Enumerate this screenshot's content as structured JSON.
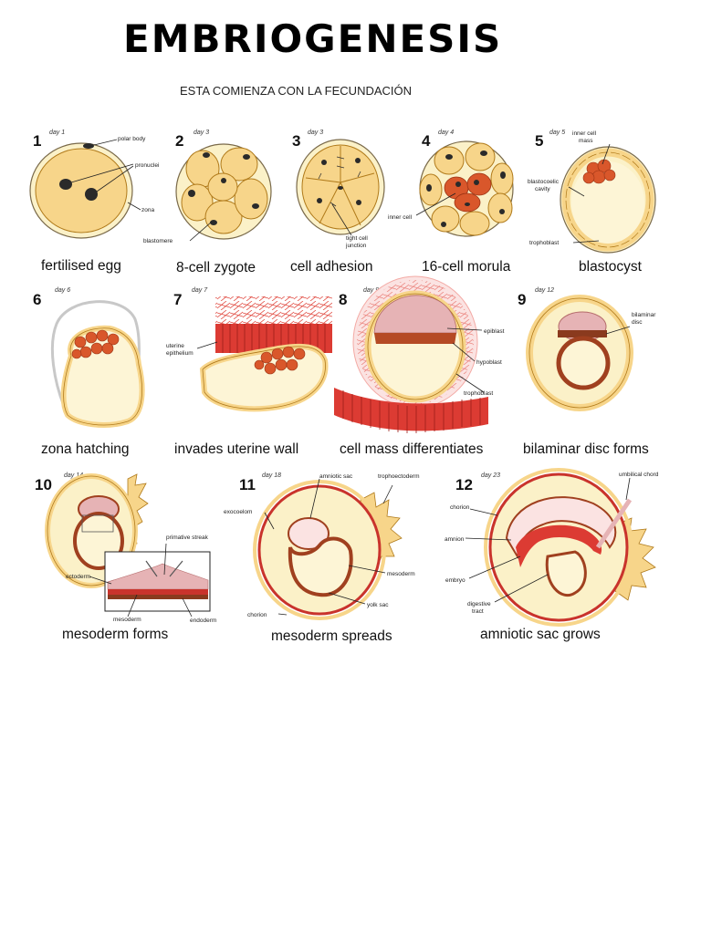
{
  "title": "EMBRIOGENESIS",
  "subtitle": "ESTA COMIENZA CON LA FECUNDACIÓN",
  "colors": {
    "cell_fill": "#f7d58a",
    "cell_stroke": "#b07a1a",
    "inner_cell": "#d9572b",
    "zona": "#fbf1c8",
    "trophoblast_red": "#c9332c",
    "uterine_red": "#dc3b33",
    "epiblast": "#e6b3b5",
    "nucleus": "#2a2a2a"
  },
  "stages": [
    {
      "number": "1",
      "day": "day 1",
      "caption": "fertilised egg",
      "labels": [
        "polar body",
        "pronuclei",
        "zona"
      ]
    },
    {
      "number": "2",
      "day": "day 3",
      "caption": "8-cell zygote",
      "labels": [
        "blastomere"
      ]
    },
    {
      "number": "3",
      "day": "day 3",
      "caption": "cell adhesion",
      "labels": [
        "tight cell",
        "junction"
      ]
    },
    {
      "number": "4",
      "day": "day 4",
      "caption": "16-cell morula",
      "labels": [
        "inner cell"
      ]
    },
    {
      "number": "5",
      "day": "day 5",
      "caption": "blastocyst",
      "labels": [
        "inner cell",
        "mass",
        "blastocoelic",
        "cavity",
        "trophoblast"
      ]
    },
    {
      "number": "6",
      "day": "day 6",
      "caption": "zona hatching",
      "labels": []
    },
    {
      "number": "7",
      "day": "day 7",
      "caption": "invades uterine wall",
      "labels": [
        "uterine",
        "epithelium"
      ]
    },
    {
      "number": "8",
      "day": "day 9",
      "caption": "cell mass differentiates",
      "labels": [
        "epiblast",
        "hypoblast",
        "trophoblast"
      ]
    },
    {
      "number": "9",
      "day": "day 12",
      "caption": "bilaminar disc forms",
      "labels": [
        "bilaminar",
        "disc"
      ]
    },
    {
      "number": "10",
      "day": "day 14",
      "caption": "mesoderm forms",
      "labels": [
        "primative streak",
        "ectoderm",
        "mesoderm",
        "endoderm"
      ]
    },
    {
      "number": "11",
      "day": "day 18",
      "caption": "mesoderm spreads",
      "labels": [
        "amniotic sac",
        "trophoectoderm",
        "exocoelom",
        "mesoderm",
        "yolk sac",
        "chorion"
      ]
    },
    {
      "number": "12",
      "day": "day 23",
      "caption": "amniotic sac grows",
      "labels": [
        "umbilical chord",
        "chorion",
        "amnion",
        "embryo",
        "digestive",
        "tract"
      ]
    }
  ]
}
